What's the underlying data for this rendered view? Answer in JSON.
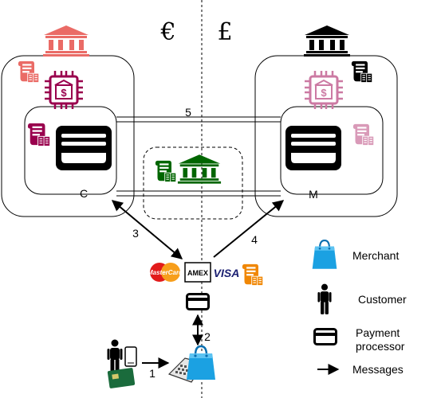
{
  "currencies": {
    "left": "€",
    "right": "£"
  },
  "boxes": {
    "customer_label": "C",
    "merchant_label": "M"
  },
  "flows": {
    "f1": "1",
    "f2": "2",
    "f3": "3",
    "f4": "4",
    "f5": "5"
  },
  "cards": {
    "mastercard": "MasterCard",
    "amex": "AMEX",
    "visa": "VISA"
  },
  "legend": [
    {
      "icon": "shopping-bag-icon",
      "label": "Merchant"
    },
    {
      "icon": "person-icon",
      "label": "Customer"
    },
    {
      "icon": "credit-card-icon",
      "label": [
        "Payment",
        "processor"
      ]
    },
    {
      "icon": "arrow-icon",
      "label": "Messages"
    }
  ],
  "colors": {
    "bank_euro": "#ea6b66",
    "bank_pound": "#000000",
    "bank_middle": "#006600",
    "ledger_euro": "#99004d",
    "ledger_pound": "#000000",
    "chip_euro": "#99004d",
    "chip_pound": "#cc7aa3",
    "scroll_light": "#d99ab8",
    "scroll_orange": "#f08705",
    "bag": "#1ba1e2"
  }
}
